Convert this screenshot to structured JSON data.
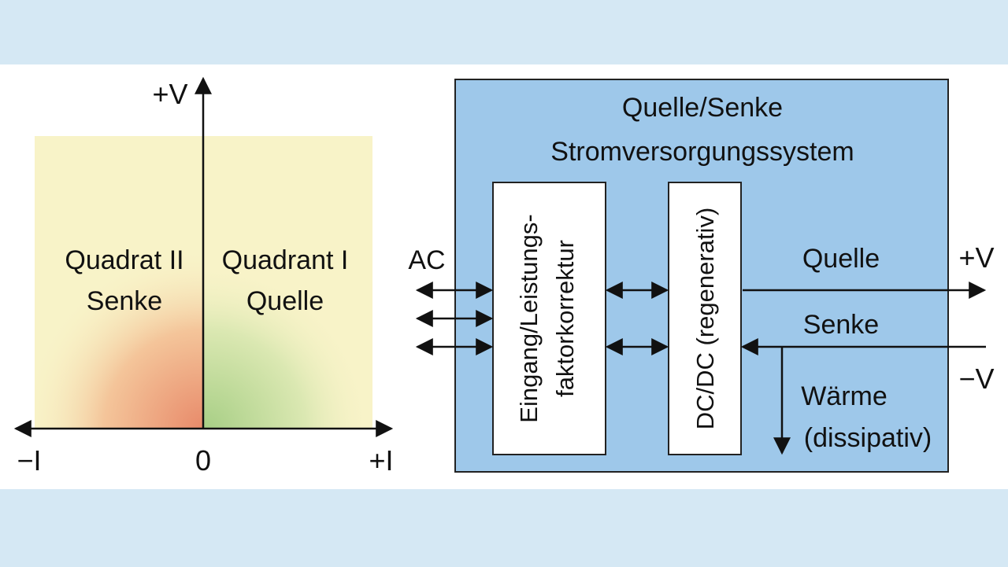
{
  "quadrant_chart": {
    "y_axis_label": "+V",
    "x_axis_neg_label": "−I",
    "x_axis_zero_label": "0",
    "x_axis_pos_label": "+I",
    "quadrant_ii": {
      "line1": "Quadrat II",
      "line2": "Senke"
    },
    "quadrant_i": {
      "line1": "Quadrant I",
      "line2": "Quelle"
    }
  },
  "block_diagram": {
    "title_line1": "Quelle/Senke",
    "title_line2": "Stromversorgungssystem",
    "ac_label": "AC",
    "pfc_block": {
      "line1": "Eingang/Leistungs-",
      "line2": "faktorkorrektur"
    },
    "dcdc_block": {
      "label": "DC/DC (regenerativ)"
    },
    "quelle_label": "Quelle",
    "plus_v_label": "+V",
    "senke_label": "Senke",
    "minus_v_label": "−V",
    "waerme_label": "Wärme",
    "dissipativ_label": "(dissipativ)"
  },
  "colors": {
    "system_box_fill": "#9ec8ea",
    "quadrant_fill": "#f8f3c8",
    "senke_gradient": "#e88a6a",
    "quelle_gradient": "#a8cf86"
  }
}
